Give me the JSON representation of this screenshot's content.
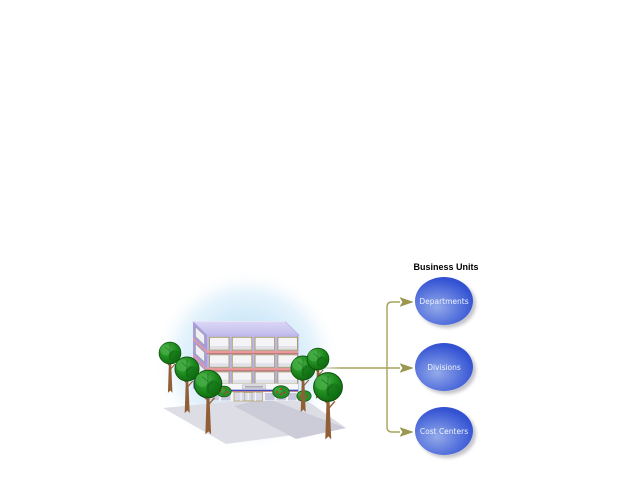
{
  "diagram": {
    "heading": "Business Units",
    "nodes": [
      {
        "label": "Departments"
      },
      {
        "label": "Divisions"
      },
      {
        "label": "Cost Centers"
      }
    ],
    "icons": {
      "source": "office-building-icon",
      "decorations": [
        "tree-icon",
        "bush-icon"
      ],
      "connector_end": "arrowhead-icon"
    },
    "colors": {
      "node_highlight": "#93aae9",
      "node_base": "#2946c9",
      "node_text": "#edf2fd",
      "node_shadow": "#8c8c96",
      "connector": "#a6a35c",
      "heading_text": "#000000",
      "building_facade": "#b7afe8",
      "building_roof": "#cfcaf0",
      "building_stripe": "#e79a9a",
      "tree_green": "#1d8a1d",
      "glow_blue": "#cfe9f9",
      "pavement_gray": "#dddde5"
    }
  }
}
